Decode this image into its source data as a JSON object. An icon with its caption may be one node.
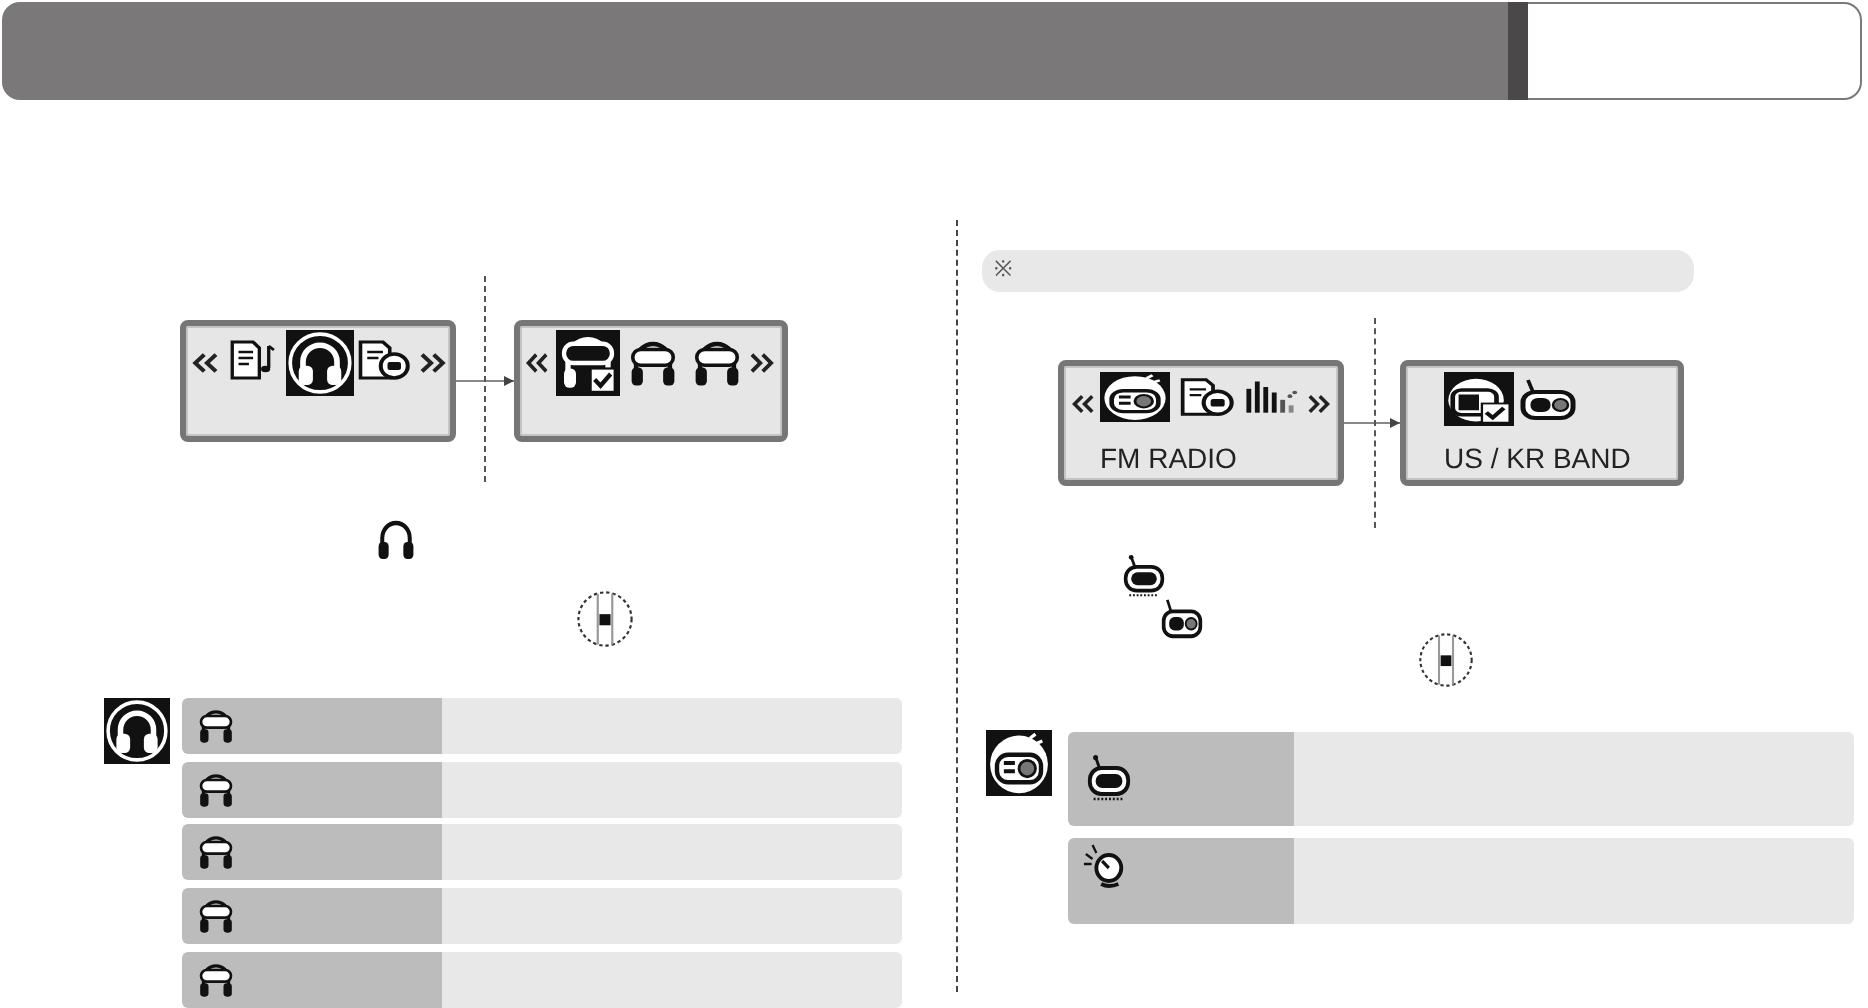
{
  "diagram": {
    "nodes": [
      {
        "text": [],
        "shape": "box"
      },
      {
        "text": [],
        "shape": "box"
      },
      {
        "text": [
          "※"
        ]
      },
      {
        "text": [
          "FM RADIO"
        ]
      },
      {
        "text": [
          "US / KR BAND"
        ]
      }
    ],
    "edges": [
      {
        "from": 0,
        "to": 1,
        "arrow": "to"
      },
      {
        "from": 3,
        "to": 4,
        "arrow": "to"
      }
    ]
  }
}
